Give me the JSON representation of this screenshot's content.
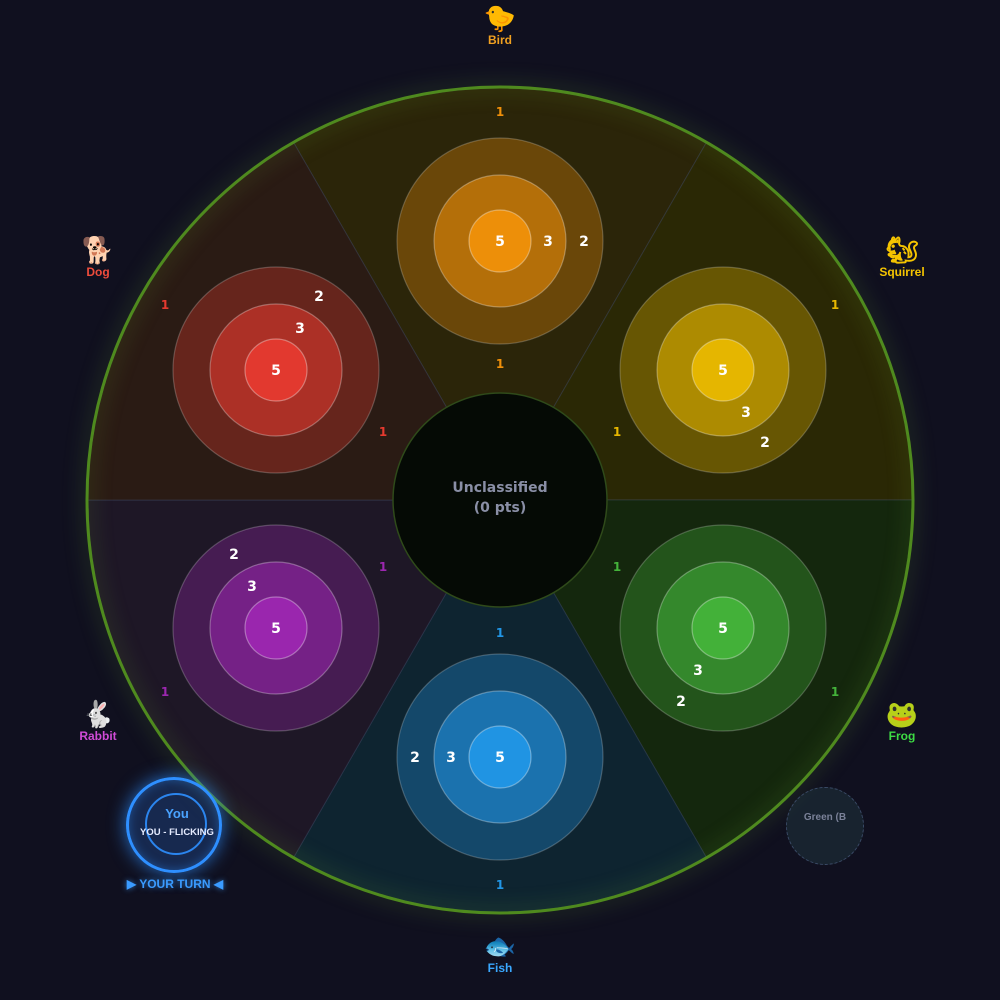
{
  "board": {
    "rim_color": "#4f8a1e",
    "center_zone": {
      "label": "Unclassified",
      "points_label": "(0 pts)"
    }
  },
  "sectors": [
    {
      "id": "bird",
      "name": "Bird",
      "icon": "bird-icon",
      "glyph": "🐤",
      "color": "#f0900a",
      "bg": "#2b2509",
      "edge_points": [
        "1",
        "1"
      ],
      "ring_points": [
        "2",
        "3",
        "5"
      ]
    },
    {
      "id": "squirrel",
      "name": "Squirrel",
      "icon": "squirrel-icon",
      "glyph": "🐿",
      "color": "#e8b800",
      "bg": "#2a2805",
      "edge_points": [
        "1",
        "1"
      ],
      "ring_points": [
        "2",
        "3",
        "5"
      ]
    },
    {
      "id": "frog",
      "name": "Frog",
      "icon": "frog-icon",
      "glyph": "🐸",
      "color": "#44b33a",
      "bg": "#14270d",
      "edge_points": [
        "1",
        "1"
      ],
      "ring_points": [
        "2",
        "3",
        "5"
      ]
    },
    {
      "id": "fish",
      "name": "Fish",
      "icon": "fish-icon",
      "glyph": "🐟",
      "color": "#2196e6",
      "bg": "#0e2430",
      "edge_points": [
        "1",
        "1"
      ],
      "ring_points": [
        "2",
        "3",
        "5"
      ]
    },
    {
      "id": "rabbit",
      "name": "Rabbit",
      "icon": "rabbit-icon",
      "glyph": "🐇",
      "color": "#9c27b0",
      "bg": "#1e1726",
      "edge_points": [
        "1",
        "1"
      ],
      "ring_points": [
        "2",
        "3",
        "5"
      ]
    },
    {
      "id": "dog",
      "name": "Dog",
      "icon": "dog-icon",
      "glyph": "🐕",
      "color": "#e53a2f",
      "bg": "#2a1b14",
      "edge_points": [
        "1",
        "1"
      ],
      "ring_points": [
        "2",
        "3",
        "5"
      ]
    }
  ],
  "label_colors": {
    "bird": "#f0a020",
    "squirrel": "#f5c400",
    "frog": "#3ddc44",
    "fish": "#3aa8ff",
    "rabbit": "#d04bd6",
    "dog": "#ef4c3c"
  },
  "player": {
    "name": "You",
    "status": "YOU - FLICKING",
    "turn_text": "▶ YOUR TURN ◀",
    "color": "#2e8fff"
  },
  "opponent": {
    "name": "Green (B"
  }
}
